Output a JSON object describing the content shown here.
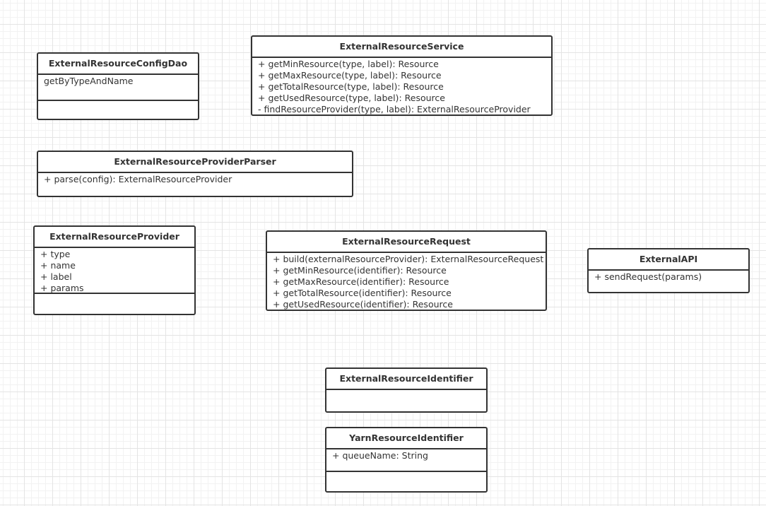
{
  "classes": [
    {
      "id": "external-resource-config-dao",
      "name": "ExternalResourceConfigDao",
      "sections": [
        [
          "getByTypeAndName"
        ],
        []
      ]
    },
    {
      "id": "external-resource-service",
      "name": "ExternalResourceService",
      "sections": [
        [
          "+ getMinResource(type, label): Resource",
          "+ getMaxResource(type, label): Resource",
          "+ getTotalResource(type, label): Resource",
          "+ getUsedResource(type, label): Resource",
          "- findResourceProvider(type, label): ExternalResourceProvider"
        ]
      ]
    },
    {
      "id": "external-resource-provider-parser",
      "name": "ExternalResourceProviderParser",
      "sections": [
        [
          "+ parse(config):  ExternalResourceProvider"
        ]
      ]
    },
    {
      "id": "external-resource-provider",
      "name": "ExternalResourceProvider",
      "sections": [
        [
          "+ type",
          "+ name",
          "+ label",
          "+ params"
        ],
        []
      ]
    },
    {
      "id": "external-resource-request",
      "name": "ExternalResourceRequest",
      "sections": [
        [
          "+ build(externalResourceProvider): ExternalResourceRequest",
          "+ getMinResource(identifier): Resource",
          "+ getMaxResource(identifier): Resource",
          "+ getTotalResource(identifier): Resource",
          "+ getUsedResource(identifier): Resource"
        ]
      ]
    },
    {
      "id": "external-api",
      "name": "ExternalAPI",
      "sections": [
        [
          "+ sendRequest(params)"
        ]
      ]
    },
    {
      "id": "external-resource-identifier",
      "name": "ExternalResourceIdentifier",
      "sections": [
        []
      ]
    },
    {
      "id": "yarn-resource-identifier",
      "name": "YarnResourceIdentifier",
      "sections": [
        [
          "+ queueName: String"
        ],
        []
      ]
    }
  ]
}
